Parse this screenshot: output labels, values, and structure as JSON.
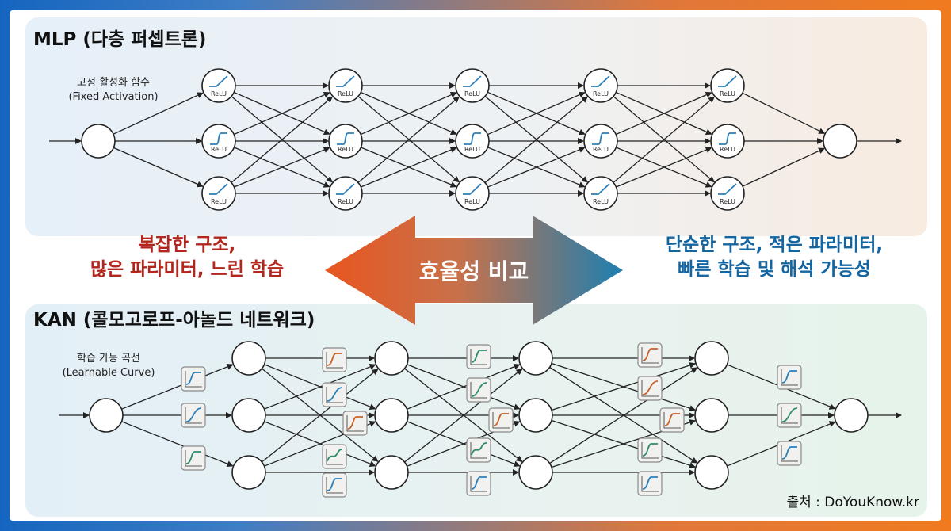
{
  "mlp": {
    "title": "MLP (다층 퍼셉트론)",
    "label_ko": "고정 활성화 함수",
    "label_en": "(Fixed Activation)",
    "activation_label": "ReLU"
  },
  "comparison": {
    "center_label": "효율성 비교",
    "left_line1": "복잡한 구조,",
    "left_line2": "많은 파라미터, 느린 학습",
    "right_line1": "단순한 구조, 적은 파라미터,",
    "right_line2": "빠른 학습 및 해석 가능성",
    "left_color": "#b3261e",
    "right_color": "#1565a0",
    "arrow_left_color": "#e8561f",
    "arrow_right_color": "#1e7fb0"
  },
  "kan": {
    "title": "KAN (콜모고로프-아놀드 네트워크)",
    "label_ko": "학습 가능 곡선",
    "label_en": "(Learnable Curve)",
    "curve_colors": [
      "#2c7fb8",
      "#2e8b6e",
      "#c8622a",
      "#444444"
    ]
  },
  "source": "출처 : DoYouKnow.kr"
}
